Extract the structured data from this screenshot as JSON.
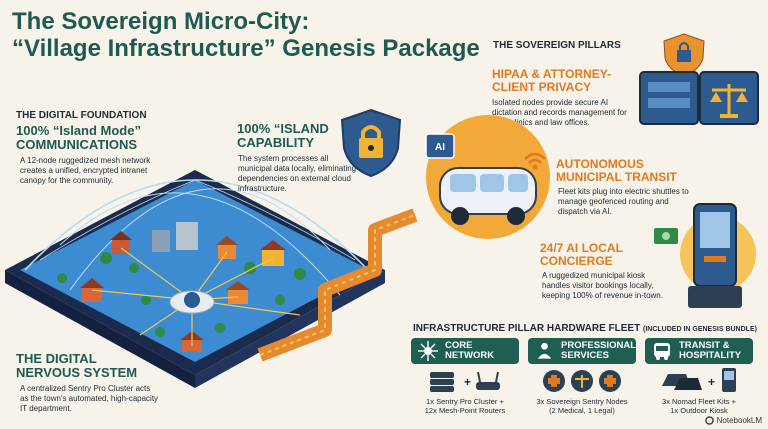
{
  "title": {
    "line1": "The Sovereign Micro-City:",
    "line2": "“Village Infrastructure” Genesis Package"
  },
  "foundation": {
    "header": "THE DIGITAL FOUNDATION",
    "heading_line1": "100% “Island Mode”",
    "heading_line2": "COMMUNICATIONS",
    "body": "A 12-node ruggedized mesh network creates a unified, encrypted intranet canopy for the community."
  },
  "island": {
    "heading_line1": "100% “ISLAND",
    "heading_line2": "CAPABILITY",
    "body": "The system processes all municipal data locally, eliminating dependencies on external cloud infrastructure."
  },
  "nervous": {
    "heading_line1": "THE DIGITAL",
    "heading_line2": "NERVOUS SYSTEM",
    "body": "A centralized Sentry Pro Cluster acts as the town's automated, high-capacity IT department."
  },
  "pillars": {
    "header": "THE SOVEREIGN PILLARS",
    "hipaa": {
      "heading_line1": "HIPAA & ATTORNEY-",
      "heading_line2": "CLIENT PRIVACY",
      "body": "Isolated nodes provide secure AI dictation and records management for local clinics and law offices."
    },
    "transit": {
      "heading_line1": "AUTONOMOUS",
      "heading_line2": "MUNICIPAL TRANSIT",
      "body": "Fleet kits plug into electric shuttles to manage geofenced routing and dispatch via AI."
    },
    "concierge": {
      "heading_line1": "24/7 AI LOCAL",
      "heading_line2": "CONCIERGE",
      "body": "A ruggedized municipal kiosk handles visitor bookings locally, keeping 100% of revenue in-town."
    }
  },
  "fleet": {
    "header": "INFRASTRUCTURE PILLAR HARDWARE FLEET",
    "header_note": "(INCLUDED IN GENESIS BUNDLE)",
    "core": {
      "line1": "CORE",
      "line2": "NETWORK",
      "footer_line1": "1x Sentry Pro Cluster +",
      "footer_line2": "12x Mesh-Point Routers"
    },
    "professional": {
      "line1": "PROFESSIONAL",
      "line2": "SERVICES",
      "footer_line1": "3x Sovereign Sentry Nodes",
      "footer_line2": "(2 Medical, 1 Legal)"
    },
    "transit": {
      "line1": "TRANSIT &",
      "line2": "HOSPITALITY",
      "footer_line1": "3x Nomad Fleet Kits +",
      "footer_line2": "1x Outdoor Kiosk"
    }
  },
  "chip_label": "AI",
  "brand": "NotebookLM",
  "colors": {
    "green": "#1e5a4f",
    "orange": "#e07a1f",
    "navy": "#1d2b36",
    "blue": "#2d5b8f",
    "yellow": "#f2b233"
  }
}
